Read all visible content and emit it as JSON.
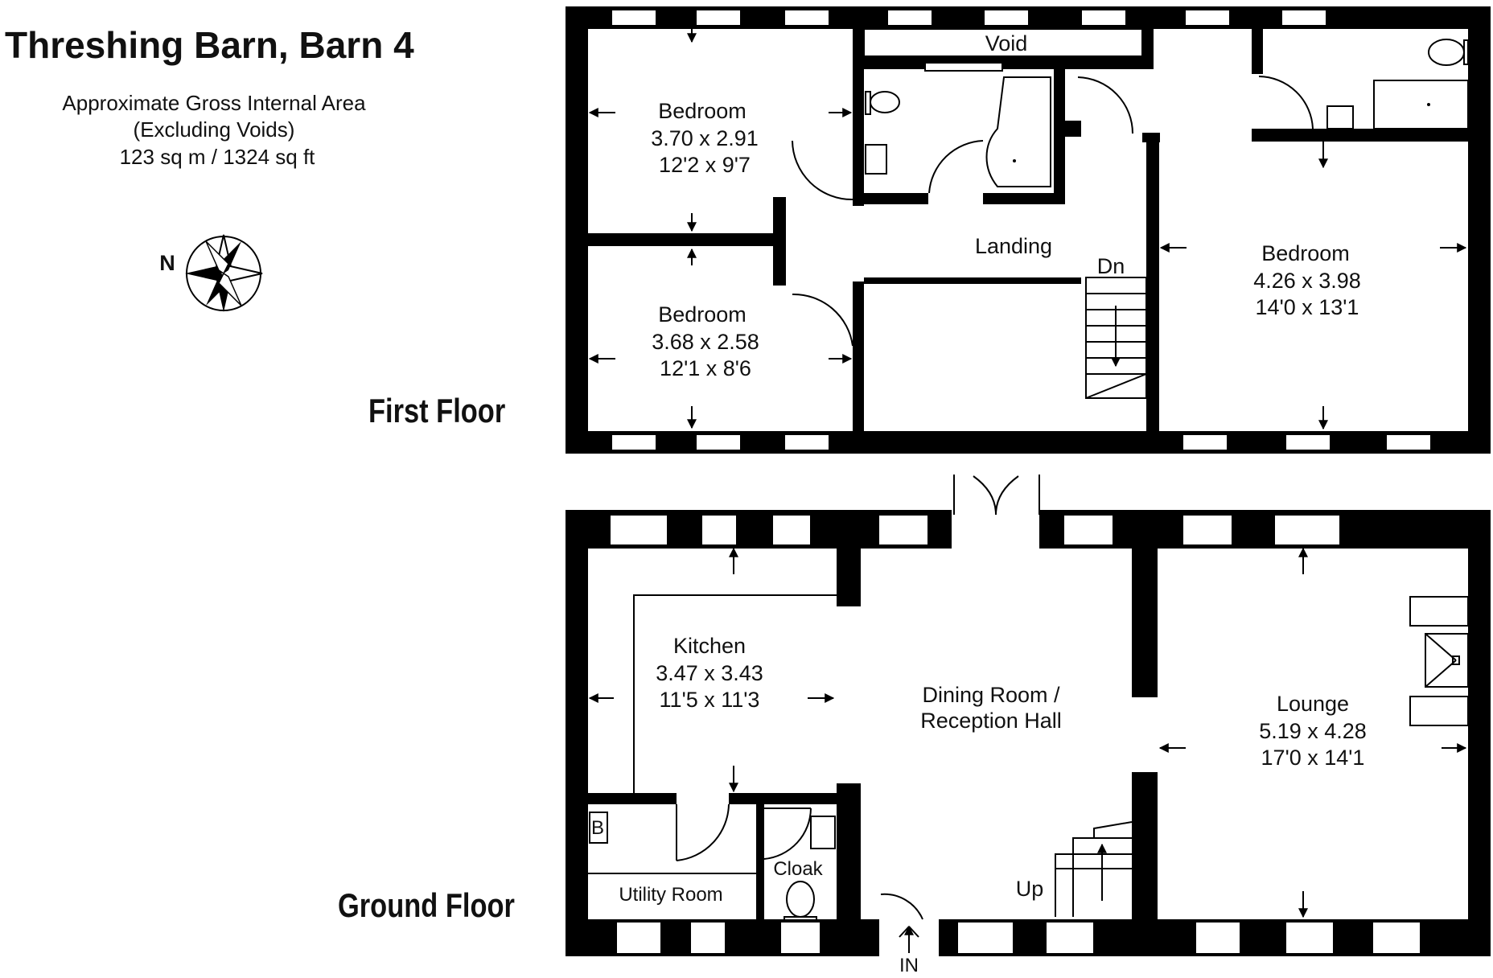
{
  "title": "Threshing Barn, Barn 4",
  "area": {
    "line1": "Approximate Gross Internal Area",
    "line2": "(Excluding Voids)",
    "line3": "123 sq m / 1324 sq ft"
  },
  "compass": {
    "label": "N",
    "icon": "compass-rose-icon"
  },
  "first_floor": {
    "label": "First Floor",
    "void": "Void",
    "landing": "Landing",
    "stairs": "Dn",
    "bedroom1": {
      "name": "Bedroom",
      "metric": "3.70 x 2.91",
      "imperial": "12'2 x 9'7"
    },
    "bedroom2": {
      "name": "Bedroom",
      "metric": "3.68 x 2.58",
      "imperial": "12'1 x 8'6"
    },
    "bedroom3": {
      "name": "Bedroom",
      "metric": "4.26 x 3.98",
      "imperial": "14'0 x 13'1"
    }
  },
  "ground_floor": {
    "label": "Ground Floor",
    "kitchen": {
      "name": "Kitchen",
      "metric": "3.47 x 3.43",
      "imperial": "11'5 x 11'3"
    },
    "dining": {
      "line1": "Dining Room /",
      "line2": "Reception Hall"
    },
    "lounge": {
      "name": "Lounge",
      "metric": "5.19 x 4.28",
      "imperial": "17'0 x 14'1"
    },
    "utility": "Utility Room",
    "cloak": "Cloak",
    "boiler": "B",
    "stairs": "Up",
    "entrance": "IN"
  }
}
